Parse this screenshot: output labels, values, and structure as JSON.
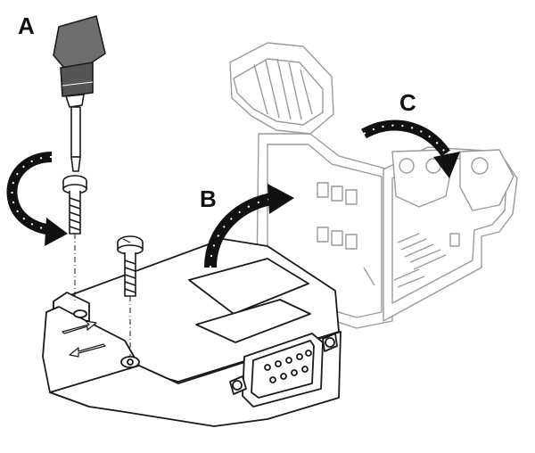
{
  "labels": {
    "step_a": "A",
    "step_b": "B",
    "step_c": "C"
  },
  "colors": {
    "line": "#1a1a1a",
    "ghost_line": "#9a9a9a",
    "fill": "#ffffff",
    "arrow": "#111111",
    "handle": "#6e6e6e"
  },
  "icons": {
    "screwdriver": "screwdriver-icon",
    "rotate_ccw": "rotate-counterclockwise-arrow-icon",
    "rotate_open": "open-hood-arrow-icon",
    "rotate_close": "close-latch-arrow-icon"
  }
}
